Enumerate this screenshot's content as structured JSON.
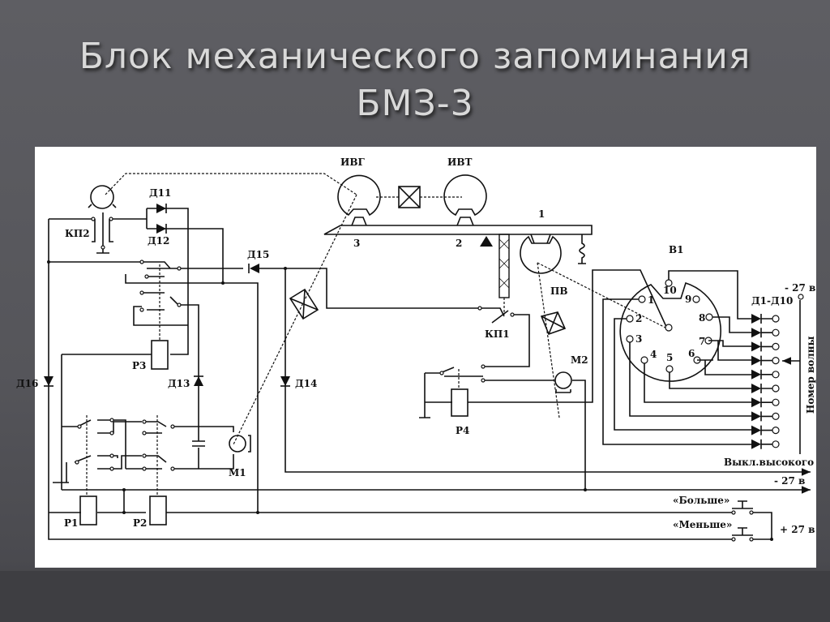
{
  "slide": {
    "title_line1": "Блок механического запоминания",
    "title_line2": "БМЗ-3"
  },
  "diagram": {
    "components": {
      "ivg": "ИВГ",
      "ivt": "ИВТ",
      "pv": "ПВ",
      "b1": "В1",
      "kp1": "КП1",
      "kp2": "КП2",
      "p1": "Р1",
      "p2": "Р2",
      "p3": "Р3",
      "p4": "Р4",
      "m1": "М1",
      "m2": "М2",
      "d11": "Д11",
      "d12": "Д12",
      "d13": "Д13",
      "d14": "Д14",
      "d15": "Д15",
      "d16": "Д16",
      "d1_d10": "Д1-Д10"
    },
    "lever_labels": {
      "n1": "1",
      "n2": "2",
      "n3": "3"
    },
    "switch_positions": [
      "1",
      "2",
      "3",
      "4",
      "5",
      "6",
      "7",
      "8",
      "9",
      "10"
    ],
    "terminals": {
      "minus27_top": "- 27 в",
      "wave_number": "Номер волны",
      "high_off": "Выкл.высокого",
      "minus27": "- 27 в",
      "more": "«Больше»",
      "less": "«Меньше»",
      "plus27": "+ 27 в"
    }
  }
}
